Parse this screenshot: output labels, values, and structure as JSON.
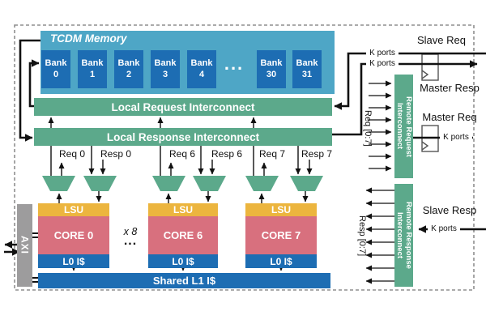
{
  "colors": {
    "tcdm_bg": "#4ea6c6",
    "bank_blue": "#1d6db3",
    "interconnect_green": "#5ca98b",
    "lsu_yellow": "#ecb53e",
    "core_pink": "#d8707e",
    "cache_blue": "#1d6db3",
    "axi_gray": "#9d9c9d",
    "wire_black": "#111111",
    "boundary_dash_gray": "#8f8f8f"
  },
  "tcdm": {
    "title": "TCDM Memory",
    "bank_word": "Bank",
    "bank_numbers": [
      "0",
      "1",
      "2",
      "3",
      "4",
      "30",
      "31"
    ],
    "ellipsis": "..."
  },
  "interconnects": {
    "local_request": "Local Request Interconnect",
    "local_response": "Local Response Interconnect",
    "remote_request_line1": "Remote Request",
    "remote_request_line2": "Interconnect",
    "remote_response_line1": "Remote Response",
    "remote_response_line2": "Interconnect"
  },
  "wires": {
    "req0": "Req 0",
    "resp0": "Resp 0",
    "req6": "Req 6",
    "resp6": "Resp 6",
    "req7": "Req 7",
    "resp7": "Resp 7",
    "req_bus": "Req [0:7]",
    "resp_bus": "Resp [0:7]"
  },
  "cores": [
    {
      "lsu": "LSU",
      "name": "CORE 0",
      "l0": "L0 I$"
    },
    {
      "lsu": "LSU",
      "name": "CORE 6",
      "l0": "L0 I$"
    },
    {
      "lsu": "LSU",
      "name": "CORE 7",
      "l0": "L0 I$"
    }
  ],
  "core_group": {
    "multiplicity": "x 8",
    "ellipsis": "..."
  },
  "shared_l1": "Shared L1 I$",
  "axi": "AXI",
  "external": {
    "slave_req": "Slave Req",
    "master_resp": "Master Resp",
    "master_req": "Master Req",
    "slave_resp": "Slave Resp",
    "k_ports": "K ports"
  }
}
